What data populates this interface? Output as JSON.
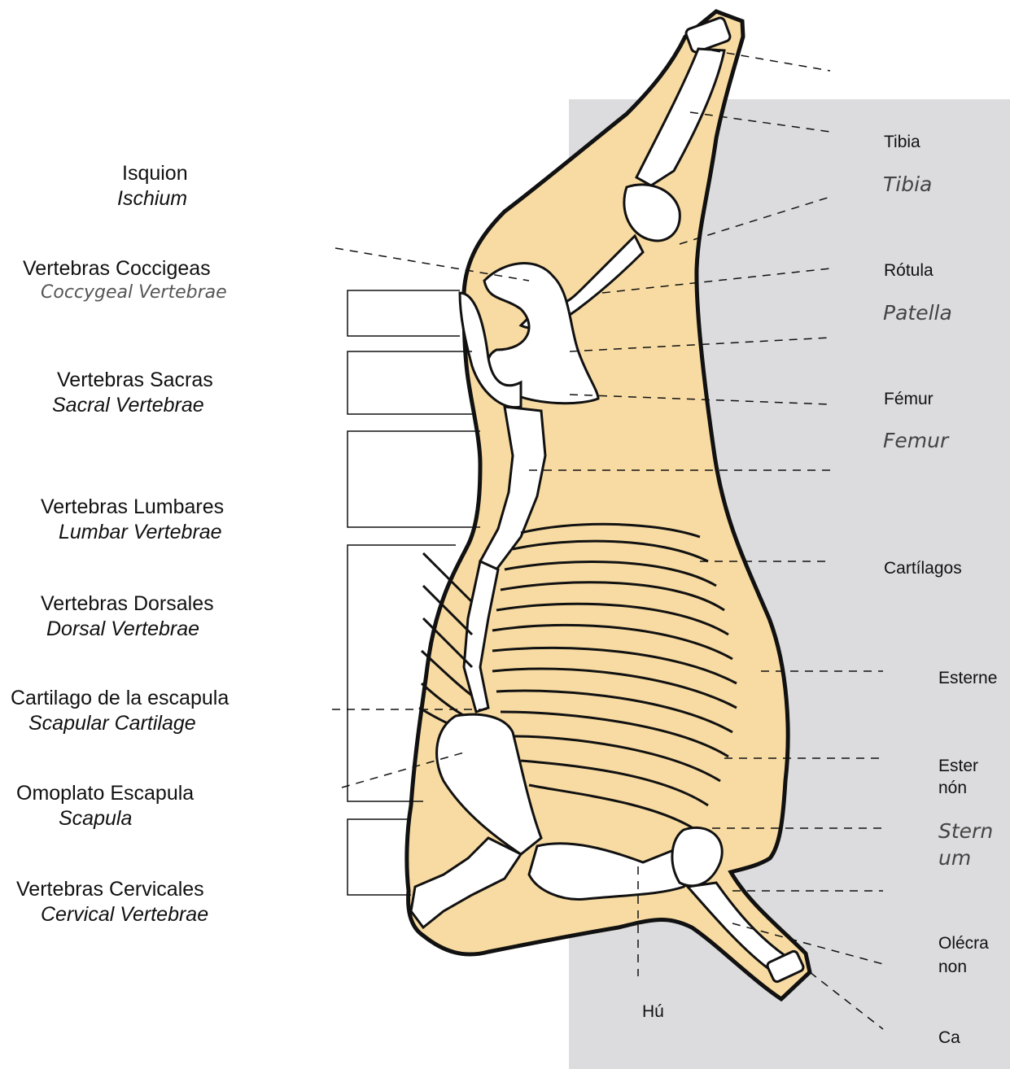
{
  "colors": {
    "panel": "#dcdcde",
    "carcass": "#f8dba2",
    "outline": "#111111",
    "bone": "#ffffff"
  },
  "left_labels": [
    {
      "name": "Isquion",
      "latin": "Ischium"
    },
    {
      "name": "Vertebras Coccigeas",
      "latin": "Coccygeal Vertebrae"
    },
    {
      "name": "Vertebras Sacras",
      "latin": "Sacral Vertebrae"
    },
    {
      "name": "Vertebras Lumbares",
      "latin": "Lumbar Vertebrae"
    },
    {
      "name": "Vertebras Dorsales",
      "latin": "Dorsal Vertebrae"
    },
    {
      "name": "Cartilago de la escapula",
      "latin": "Scapular Cartilage"
    },
    {
      "name": "Omoplato Escapula",
      "latin": "Scapula"
    },
    {
      "name": "Vertebras Cervicales",
      "latin": "Cervical Vertebrae"
    }
  ],
  "right_labels": {
    "tibia": "Tibia",
    "tibia_latin": "Tibia",
    "rotula": "Rótula",
    "patella": "Patella",
    "femur": "Fémur",
    "femur_latin": "Femur",
    "cartilagos": "Cartílagos",
    "esterne": "Esterne",
    "esternon_1": "Ester",
    "esternon_2": "nón",
    "sternum_1": "Stern",
    "sternum_2": "um",
    "olecranon_1": "Olécra",
    "olecranon_2": "non",
    "ca": "Ca",
    "hu": "Hú"
  }
}
